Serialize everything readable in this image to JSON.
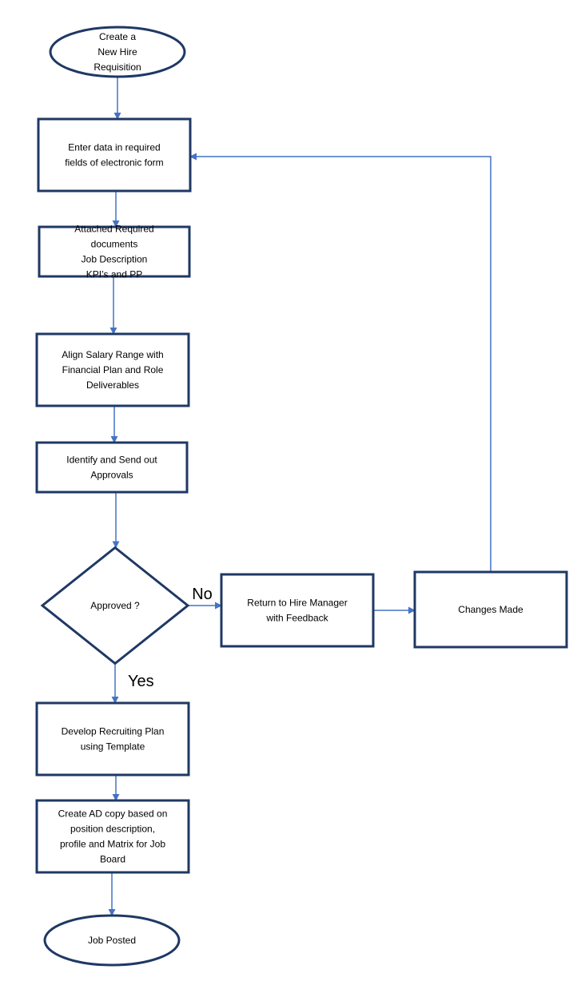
{
  "colors": {
    "node_border": "#1f3864",
    "edge": "#4472c4",
    "background": "#ffffff",
    "text": "#000000"
  },
  "nodes": {
    "start": {
      "shape": "ellipse",
      "lines": [
        "Create a",
        "New Hire",
        "Requisition"
      ]
    },
    "enter_data": {
      "shape": "rect",
      "lines": [
        "Enter data in required",
        "fields of electronic form"
      ]
    },
    "attach_docs": {
      "shape": "rect",
      "lines": [
        "Attached Required",
        "documents",
        "Job Description",
        "KPI’s and PP"
      ]
    },
    "align_salary": {
      "shape": "rect",
      "lines": [
        "Align Salary Range with",
        "Financial Plan and Role",
        "Deliverables"
      ]
    },
    "approvals": {
      "shape": "rect",
      "lines": [
        "Identify and Send out",
        "Approvals"
      ]
    },
    "approved": {
      "shape": "diamond",
      "lines": [
        "Approved ?"
      ]
    },
    "return_manager": {
      "shape": "rect",
      "lines": [
        "Return to Hire Manager",
        "with Feedback"
      ]
    },
    "changes_made": {
      "shape": "rect",
      "lines": [
        "Changes Made"
      ]
    },
    "recruiting_plan": {
      "shape": "rect",
      "lines": [
        "Develop Recruiting Plan",
        "using Template"
      ]
    },
    "ad_copy": {
      "shape": "rect",
      "lines": [
        "Create AD copy based on",
        "position description,",
        "profile and Matrix for Job",
        "Board"
      ]
    },
    "end": {
      "shape": "ellipse",
      "lines": [
        "Job Posted"
      ]
    }
  },
  "edges": [
    {
      "from": "start",
      "to": "enter_data",
      "label": ""
    },
    {
      "from": "enter_data",
      "to": "attach_docs",
      "label": ""
    },
    {
      "from": "attach_docs",
      "to": "align_salary",
      "label": ""
    },
    {
      "from": "align_salary",
      "to": "approvals",
      "label": ""
    },
    {
      "from": "approvals",
      "to": "approved",
      "label": ""
    },
    {
      "from": "approved",
      "to": "return_manager",
      "label": "No"
    },
    {
      "from": "return_manager",
      "to": "changes_made",
      "label": ""
    },
    {
      "from": "changes_made",
      "to": "enter_data",
      "label": ""
    },
    {
      "from": "approved",
      "to": "recruiting_plan",
      "label": "Yes"
    },
    {
      "from": "recruiting_plan",
      "to": "ad_copy",
      "label": ""
    },
    {
      "from": "ad_copy",
      "to": "end",
      "label": ""
    }
  ]
}
